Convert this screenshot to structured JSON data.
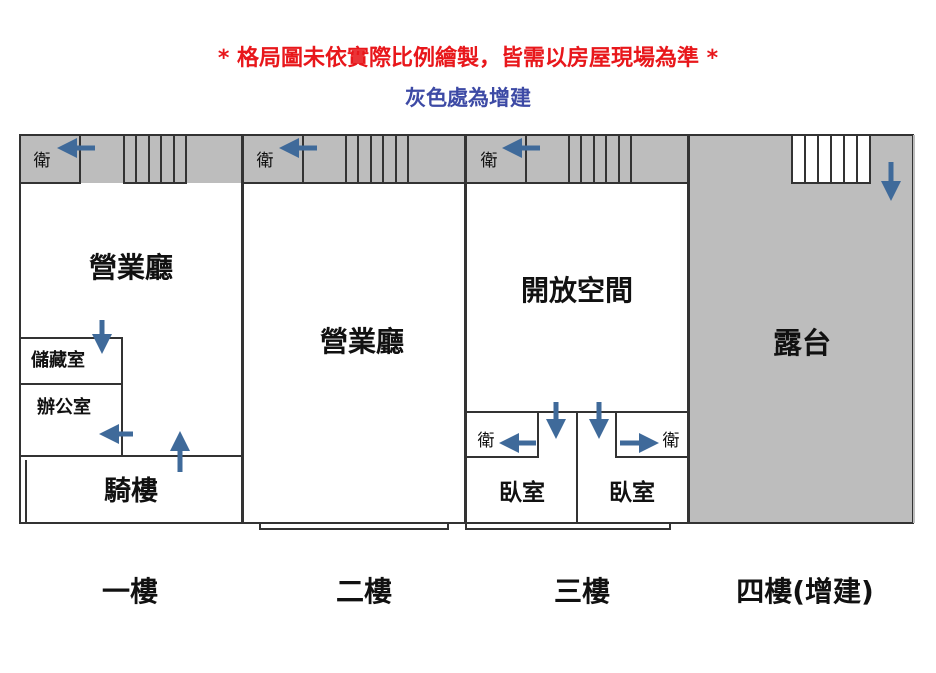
{
  "notes": {
    "disclaimer": "* 格局圖未依實際比例繪製，皆需以房屋現場為準 *",
    "legend": "灰色處為增建",
    "disclaimer_color": "#e8171b",
    "legend_color": "#3d4aa5"
  },
  "colors": {
    "wall": "#333333",
    "addition_gray": "#bdbdbd",
    "arrow": "#3f6a9a"
  },
  "floors": [
    {
      "label": "一樓",
      "bathroom": "衛",
      "rooms": [
        "營業廳",
        "儲藏室",
        "辦公室",
        "騎樓"
      ]
    },
    {
      "label": "二樓",
      "bathroom": "衛",
      "rooms": [
        "營業廳"
      ]
    },
    {
      "label": "三樓",
      "bathroom": "衛",
      "rooms": [
        "開放空間",
        "衛",
        "衛",
        "臥室",
        "臥室"
      ]
    },
    {
      "label": "四樓(增建)",
      "rooms": [
        "露台"
      ]
    }
  ],
  "icons": [
    "bathroom-door-arrow-icon",
    "stairs-icon",
    "door-direction-arrow-icon"
  ]
}
